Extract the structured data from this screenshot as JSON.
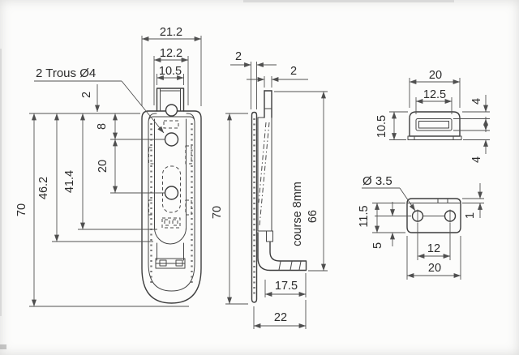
{
  "meta": {
    "title": "Technical drawing - spring latch (3 views)",
    "background": "#fcfcfb",
    "line_color": "#3d3d3d"
  },
  "front_view": {
    "note_holes": "2 Trous Ø4",
    "width_outer": "21.2",
    "width_slot": "12.2",
    "width_tongue": "10.5",
    "dim_top_offset": "2",
    "dim_hole_offset": "8",
    "dim_hole_spacing": "20",
    "dim_41_4": "41.4",
    "dim_46_2": "46.2",
    "height_total": "70"
  },
  "side_view": {
    "thickness_plate": "2",
    "thickness_tongue": "2",
    "height_total": "70",
    "travel_note": "course 8mm",
    "dim_66": "66",
    "foot_depth": "17.5",
    "total_depth": "22"
  },
  "keeper_view": {
    "width": "20",
    "slot_width": "12.5",
    "height": "10.5",
    "dim_top": "4",
    "dim_bottom": "4"
  },
  "bracket_view": {
    "note_holes": "Ø 3.5",
    "height": "11.5",
    "dim_bottom_to_hole": "5",
    "dim_lip": "1",
    "hole_spacing": "12",
    "width": "20"
  }
}
